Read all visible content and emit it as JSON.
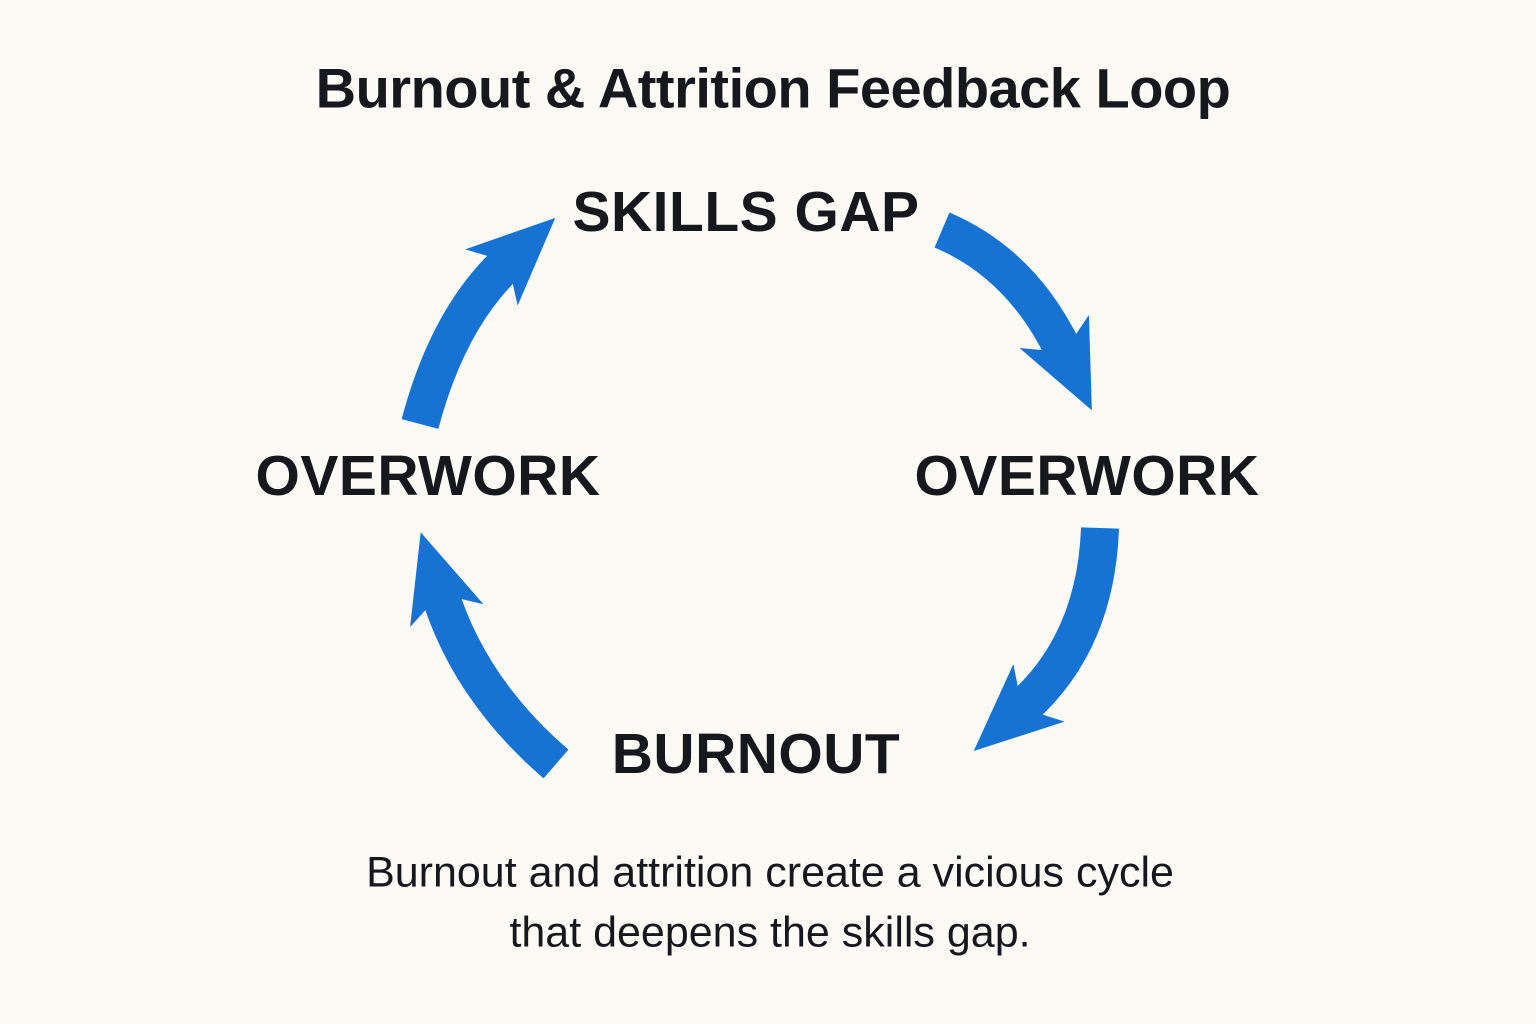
{
  "title": {
    "text": "Burnout & Attrition Feedback Loop"
  },
  "cycle": {
    "type": "cycle",
    "direction": "clockwise",
    "nodes": [
      {
        "id": "skills-gap",
        "label": "SKILLS GAP",
        "position": "top"
      },
      {
        "id": "overwork-right",
        "label": "OVERWORK",
        "position": "right"
      },
      {
        "id": "burnout",
        "label": "BURNOUT",
        "position": "bottom"
      },
      {
        "id": "overwork-left",
        "label": "OVERWORK",
        "position": "left"
      }
    ],
    "edges": [
      {
        "from": "skills-gap",
        "to": "overwork-right"
      },
      {
        "from": "overwork-right",
        "to": "burnout"
      },
      {
        "from": "burnout",
        "to": "overwork-left"
      },
      {
        "from": "overwork-left",
        "to": "skills-gap"
      }
    ]
  },
  "caption": {
    "line1": "Burnout and attrition create a vicious cycle",
    "line2": "that deepens the skills gap."
  },
  "colors": {
    "background": "#fbfaf4",
    "text": "#16181d",
    "arrow": "#1673d4"
  }
}
